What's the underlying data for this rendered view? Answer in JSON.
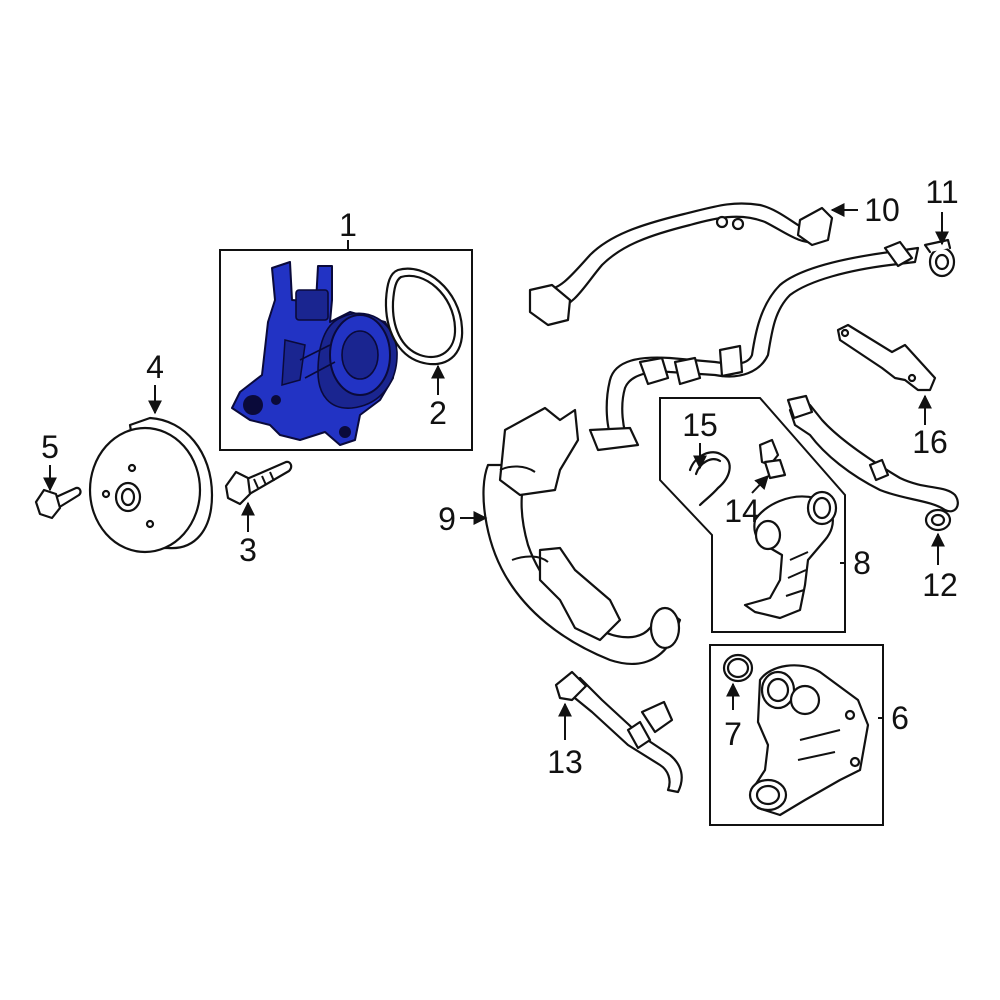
{
  "diagram": {
    "highlight_color": "#2233c4",
    "callouts": [
      {
        "id": "1",
        "text": "1"
      },
      {
        "id": "2",
        "text": "2"
      },
      {
        "id": "3",
        "text": "3"
      },
      {
        "id": "4",
        "text": "4"
      },
      {
        "id": "5",
        "text": "5"
      },
      {
        "id": "6",
        "text": "6"
      },
      {
        "id": "7",
        "text": "7"
      },
      {
        "id": "8",
        "text": "8"
      },
      {
        "id": "9",
        "text": "9"
      },
      {
        "id": "10",
        "text": "10"
      },
      {
        "id": "11",
        "text": "11"
      },
      {
        "id": "12",
        "text": "12"
      },
      {
        "id": "13",
        "text": "13"
      },
      {
        "id": "14",
        "text": "14"
      },
      {
        "id": "15",
        "text": "15"
      },
      {
        "id": "16",
        "text": "16"
      }
    ]
  }
}
